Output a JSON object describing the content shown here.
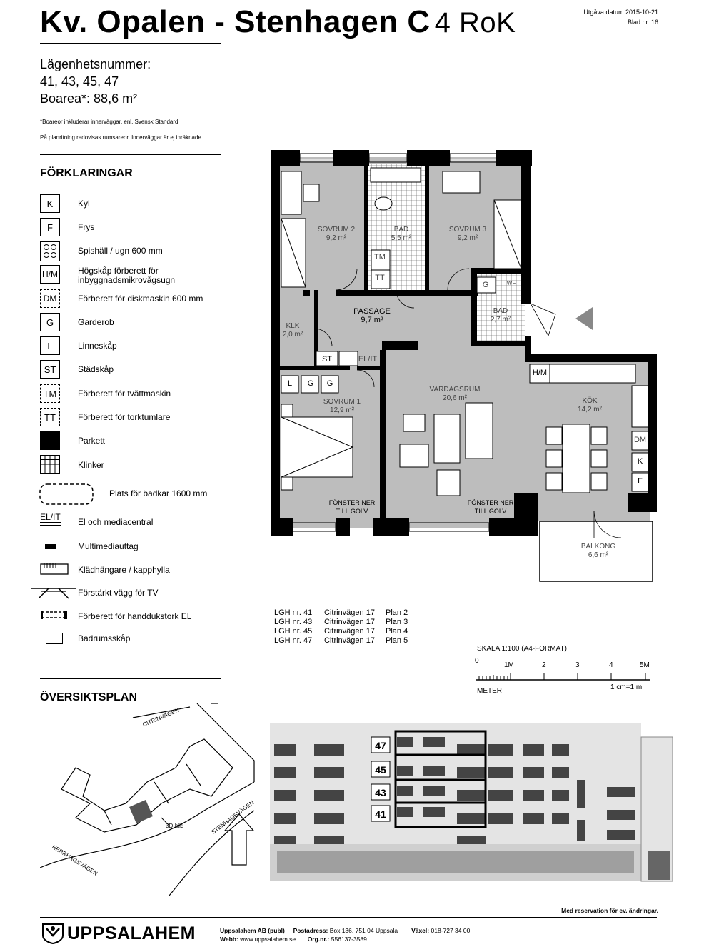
{
  "header": {
    "title": "Kv. Opalen - Stenhagen C",
    "subtitle": "4 RoK",
    "issue_date": "Utgåva datum 2015-10-21",
    "sheet": "Blad nr. 16"
  },
  "info": {
    "apt_label": "Lägenhetsnummer:",
    "apt_numbers": "41, 43, 45, 47",
    "area": "Boarea*: 88,6 m²",
    "note1": "*Boareor inkluderar innerväggar, enl. Svensk Standard",
    "note2": "På planritning redovisas rumsareor. Innerväggar är ej inräknade"
  },
  "legend": {
    "heading": "FÖRKLARINGAR",
    "items": [
      {
        "sym": "K",
        "text": "Kyl"
      },
      {
        "sym": "F",
        "text": "Frys"
      },
      {
        "sym": "",
        "text": "Spishäll / ugn 600 mm"
      },
      {
        "sym": "H/M",
        "text": "Högskåp förberett för inbyggnadsmikrovågsugn"
      },
      {
        "sym": "DM",
        "text": "Förberett för diskmaskin 600 mm"
      },
      {
        "sym": "G",
        "text": "Garderob"
      },
      {
        "sym": "L",
        "text": "Linneskåp"
      },
      {
        "sym": "ST",
        "text": "Städskåp"
      },
      {
        "sym": "TM",
        "text": "Förberett för tvättmaskin"
      },
      {
        "sym": "TT",
        "text": "Förberett för torktumlare"
      },
      {
        "sym": "",
        "text": "Parkett"
      },
      {
        "sym": "",
        "text": "Klinker"
      },
      {
        "sym": "",
        "text": "Plats för badkar 1600 mm"
      },
      {
        "sym": "EL/IT",
        "text": "El och mediacentral"
      },
      {
        "sym": "",
        "text": "Multimediauttag"
      },
      {
        "sym": "",
        "text": "Klädhängare / kapphylla"
      },
      {
        "sym": "",
        "text": "Förstärkt vägg för TV"
      },
      {
        "sym": "",
        "text": "Förberett för handdukstork EL"
      },
      {
        "sym": "",
        "text": "Badrumsskåp"
      }
    ]
  },
  "rooms": {
    "sovrum2": {
      "name": "SOVRUM 2",
      "area": "9,2 m²"
    },
    "bad1": {
      "name": "BAD",
      "area": "5,5 m²"
    },
    "sovrum3": {
      "name": "SOVRUM 3",
      "area": "9,2 m²"
    },
    "passage": {
      "name": "PASSAGE",
      "area": "9,7 m²"
    },
    "klk": {
      "name": "KLK",
      "area": "2,0 m²"
    },
    "bad2": {
      "name": "BAD",
      "area": "2,7 m²"
    },
    "sovrum1": {
      "name": "SOVRUM 1",
      "area": "12,9 m²"
    },
    "vardagsrum": {
      "name": "VARDAGSRUM",
      "area": "20,6 m²"
    },
    "kok": {
      "name": "KÖK",
      "area": "14,2 m²"
    },
    "balkong": {
      "name": "BALKONG",
      "area": "6,6 m²"
    },
    "fonster1": "FÖNSTER NER",
    "fonster1b": "TILL GOLV",
    "fonster2": "FÖNSTER NER",
    "fonster2b": "TILL GOLV",
    "codes": {
      "tm": "TM",
      "tt": "TT",
      "g": "G",
      "wf": "WF",
      "st": "ST",
      "elit": "EL/IT",
      "l": "L",
      "g2": "G",
      "g3": "G",
      "hm": "H/M",
      "dm": "DM",
      "k": "K",
      "f": "F"
    }
  },
  "apartments": [
    {
      "lgh": "LGH nr. 41",
      "street": "Citrinvägen 17",
      "plan": "Plan 2"
    },
    {
      "lgh": "LGH nr. 43",
      "street": "Citrinvägen 17",
      "plan": "Plan 3"
    },
    {
      "lgh": "LGH nr. 45",
      "street": "Citrinvägen 17",
      "plan": "Plan 4"
    },
    {
      "lgh": "LGH nr. 47",
      "street": "Citrinvägen 17",
      "plan": "Plan 5"
    }
  ],
  "scale": {
    "title": "SKALA 1:100 (A4-FORMAT)",
    "ticks": [
      "0",
      "1M",
      "2",
      "3",
      "4",
      "5M"
    ],
    "unit": "METER",
    "ratio": "1 cm=1 m"
  },
  "overview": {
    "heading": "ÖVERSIKTSPLAN",
    "street1": "CITRINVÄGEN",
    "street2": "STENHAGSVÄGEN",
    "street3": "HERRHAGSVÄGEN",
    "view": "3D-bild"
  },
  "facade": {
    "floors": [
      "47",
      "45",
      "43",
      "41"
    ]
  },
  "reservation": "Med reservation för ev. ändringar.",
  "footer": {
    "logo": "UPPSALAHEM",
    "company": "Uppsalahem AB (publ)",
    "address_label": "Postadress:",
    "address": "Box 136, 751 04 Uppsala",
    "phone_label": "Växel:",
    "phone": "018-727 34 00",
    "web_label": "Webb:",
    "web": "www.uppsalahem.se",
    "org_label": "Org.nr.:",
    "org": "556137-3589"
  }
}
